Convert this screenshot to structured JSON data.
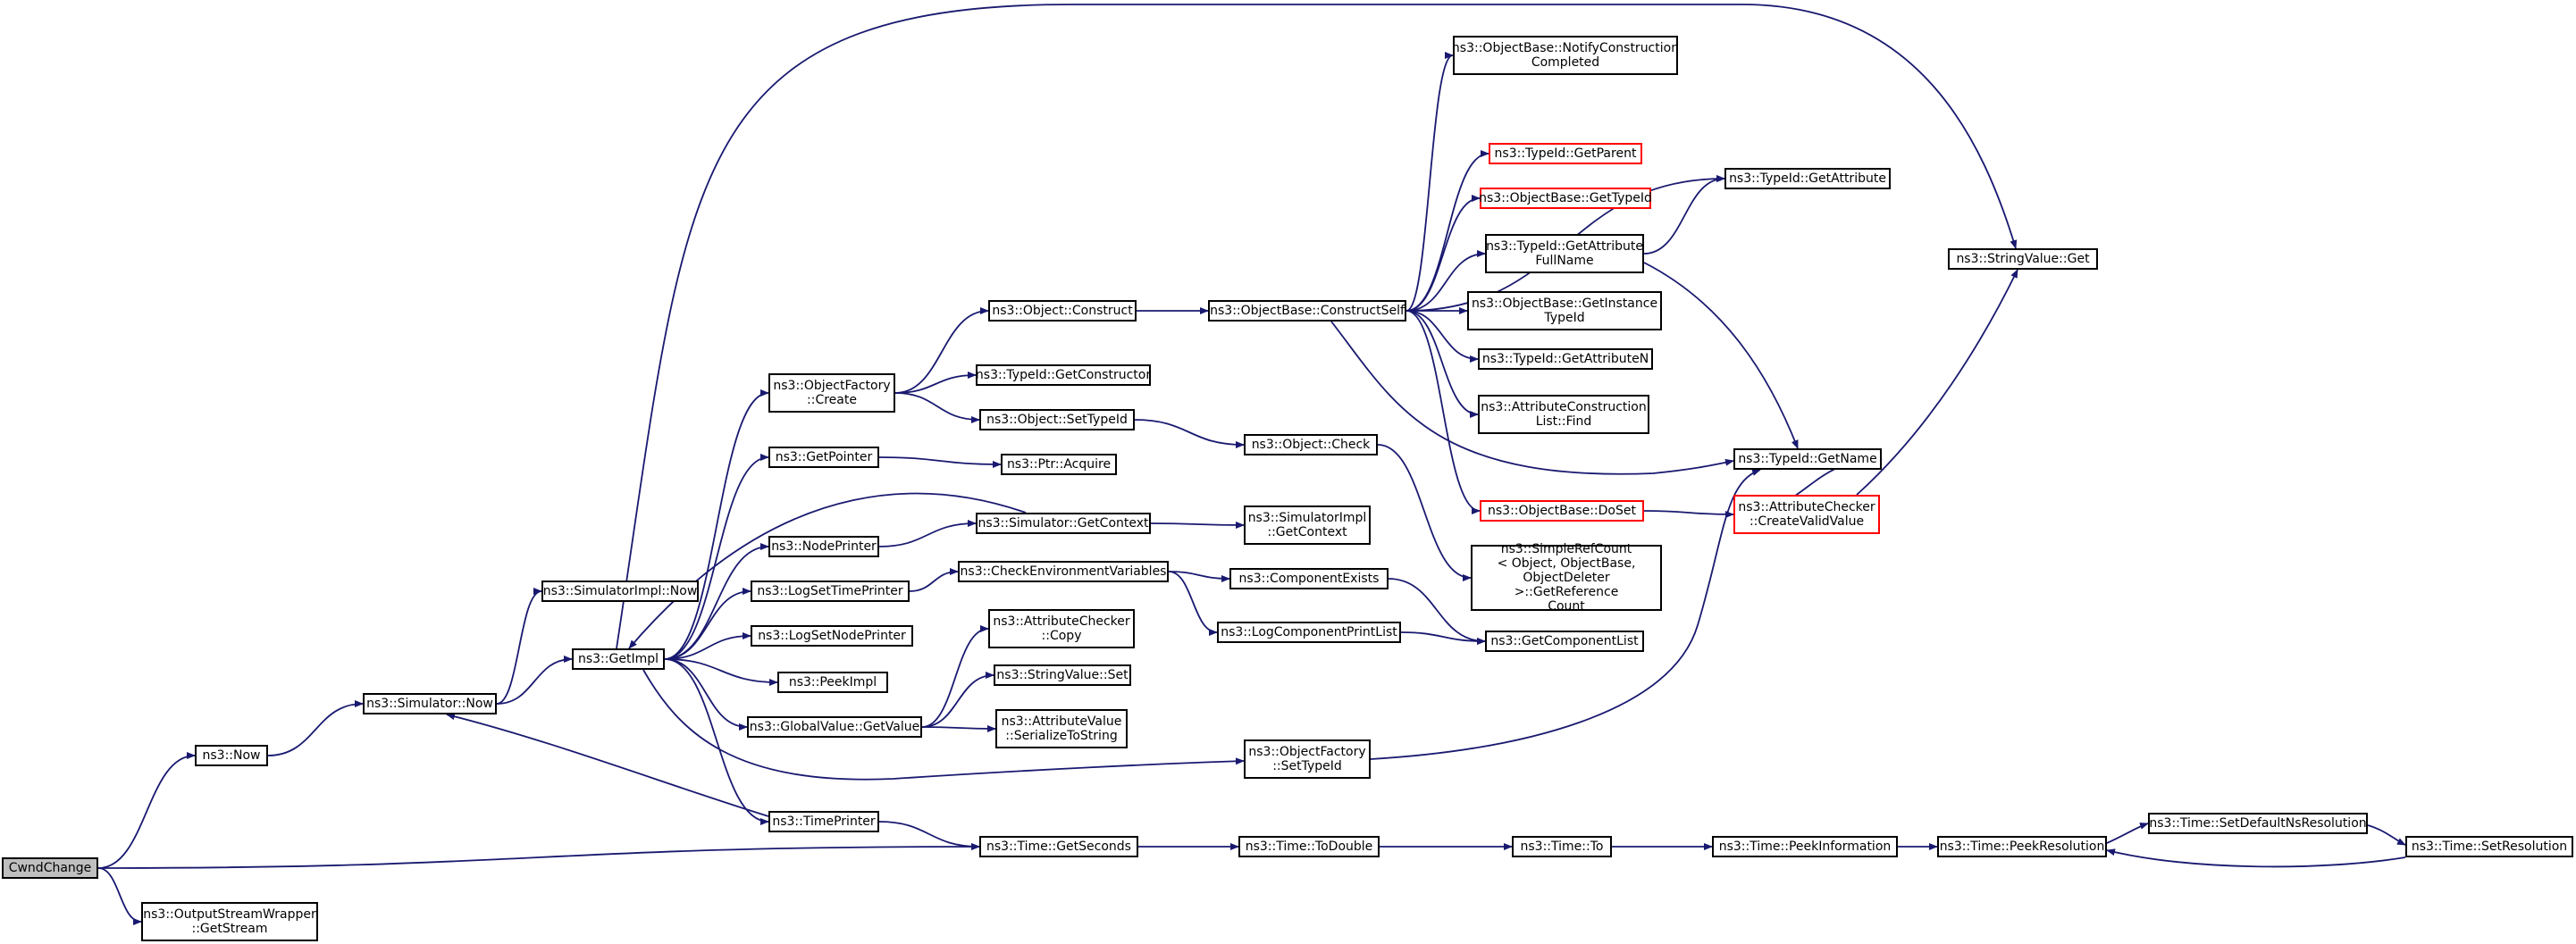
{
  "graph": {
    "edge_color": "#191970",
    "root_fill": "#bfbfbf",
    "incomplete_border_color": "#ff0000",
    "nodes": [
      {
        "id": "cwndchange",
        "label": "CwndChange",
        "root": true
      },
      {
        "id": "now",
        "label": "ns3::Now"
      },
      {
        "id": "getstream",
        "label": "ns3::OutputStreamWrapper\n::GetStream"
      },
      {
        "id": "simnow",
        "label": "ns3::Simulator::Now"
      },
      {
        "id": "simimplnow",
        "label": "ns3::SimulatorImpl::Now"
      },
      {
        "id": "getimpl",
        "label": "ns3::GetImpl"
      },
      {
        "id": "ofcreate",
        "label": "ns3::ObjectFactory\n::Create"
      },
      {
        "id": "getpointer",
        "label": "ns3::GetPointer"
      },
      {
        "id": "nodeprinter",
        "label": "ns3::NodePrinter"
      },
      {
        "id": "logsettimeprinter",
        "label": "ns3::LogSetTimePrinter"
      },
      {
        "id": "logsetnodeprinter",
        "label": "ns3::LogSetNodePrinter"
      },
      {
        "id": "peekimpl",
        "label": "ns3::PeekImpl"
      },
      {
        "id": "gvgetvalue",
        "label": "ns3::GlobalValue::GetValue"
      },
      {
        "id": "timeprinter",
        "label": "ns3::TimePrinter"
      },
      {
        "id": "objconstruct",
        "label": "ns3::Object::Construct"
      },
      {
        "id": "tidgetconstructor",
        "label": "ns3::TypeId::GetConstructor"
      },
      {
        "id": "objsettypeid",
        "label": "ns3::Object::SetTypeId"
      },
      {
        "id": "ptracquire",
        "label": "ns3::Ptr::Acquire"
      },
      {
        "id": "simgetcontext",
        "label": "ns3::Simulator::GetContext"
      },
      {
        "id": "checkenv",
        "label": "ns3::CheckEnvironmentVariables"
      },
      {
        "id": "accopy",
        "label": "ns3::AttributeChecker\n::Copy"
      },
      {
        "id": "svset",
        "label": "ns3::StringValue::Set"
      },
      {
        "id": "avserialize",
        "label": "ns3::AttributeValue\n::SerializeToString"
      },
      {
        "id": "timegetseconds",
        "label": "ns3::Time::GetSeconds"
      },
      {
        "id": "obconstructself",
        "label": "ns3::ObjectBase::ConstructSelf"
      },
      {
        "id": "objcheck",
        "label": "ns3::Object::Check"
      },
      {
        "id": "simimplgetcontext",
        "label": "ns3::SimulatorImpl\n::GetContext"
      },
      {
        "id": "compexists",
        "label": "ns3::ComponentExists"
      },
      {
        "id": "logcompprintlist",
        "label": "ns3::LogComponentPrintList"
      },
      {
        "id": "ofsettypeid",
        "label": "ns3::ObjectFactory\n::SetTypeId"
      },
      {
        "id": "timetodouble",
        "label": "ns3::Time::ToDouble"
      },
      {
        "id": "obnotify",
        "label": "ns3::ObjectBase::NotifyConstruction\nCompleted"
      },
      {
        "id": "tidgetparent",
        "label": "ns3::TypeId::GetParent",
        "incomplete": true
      },
      {
        "id": "obgettypeid",
        "label": "ns3::ObjectBase::GetTypeId",
        "incomplete": true
      },
      {
        "id": "tidgetattrfullname",
        "label": "ns3::TypeId::GetAttribute\nFullName"
      },
      {
        "id": "obgetinstance",
        "label": "ns3::ObjectBase::GetInstance\nTypeId"
      },
      {
        "id": "tidgetattrn",
        "label": "ns3::TypeId::GetAttributeN"
      },
      {
        "id": "acfind",
        "label": "ns3::AttributeConstruction\nList::Find"
      },
      {
        "id": "obdoset",
        "label": "ns3::ObjectBase::DoSet",
        "incomplete": true
      },
      {
        "id": "simplerefcount",
        "label": "ns3::SimpleRefCount\n< Object, ObjectBase,\nObjectDeleter >::GetReference\nCount"
      },
      {
        "id": "getcomplist",
        "label": "ns3::GetComponentList"
      },
      {
        "id": "timeto",
        "label": "ns3::Time::To"
      },
      {
        "id": "tidgetattribute",
        "label": "ns3::TypeId::GetAttribute"
      },
      {
        "id": "tidgetname",
        "label": "ns3::TypeId::GetName"
      },
      {
        "id": "accreatevalid",
        "label": "ns3::AttributeChecker\n::CreateValidValue",
        "incomplete": true
      },
      {
        "id": "timepeekinfo",
        "label": "ns3::Time::PeekInformation"
      },
      {
        "id": "svget",
        "label": "ns3::StringValue::Get"
      },
      {
        "id": "timepeekres",
        "label": "ns3::Time::PeekResolution"
      },
      {
        "id": "timesetdefault",
        "label": "ns3::Time::SetDefaultNsResolution"
      },
      {
        "id": "timesetres",
        "label": "ns3::Time::SetResolution"
      }
    ],
    "edges": [
      [
        "cwndchange",
        "now"
      ],
      [
        "cwndchange",
        "getstream"
      ],
      [
        "cwndchange",
        "timegetseconds"
      ],
      [
        "now",
        "simnow"
      ],
      [
        "simnow",
        "simimplnow"
      ],
      [
        "simnow",
        "getimpl"
      ],
      [
        "getimpl",
        "ofcreate"
      ],
      [
        "getimpl",
        "getpointer"
      ],
      [
        "getimpl",
        "nodeprinter"
      ],
      [
        "getimpl",
        "logsettimeprinter"
      ],
      [
        "getimpl",
        "logsetnodeprinter"
      ],
      [
        "getimpl",
        "peekimpl"
      ],
      [
        "getimpl",
        "gvgetvalue"
      ],
      [
        "getimpl",
        "timeprinter"
      ],
      [
        "getimpl",
        "ofsettypeid"
      ],
      [
        "getimpl",
        "svget"
      ],
      [
        "ofcreate",
        "objconstruct"
      ],
      [
        "ofcreate",
        "tidgetconstructor"
      ],
      [
        "ofcreate",
        "objsettypeid"
      ],
      [
        "getpointer",
        "ptracquire"
      ],
      [
        "nodeprinter",
        "simgetcontext"
      ],
      [
        "simgetcontext",
        "simimplgetcontext"
      ],
      [
        "simgetcontext",
        "getimpl"
      ],
      [
        "logsettimeprinter",
        "checkenv"
      ],
      [
        "checkenv",
        "compexists"
      ],
      [
        "checkenv",
        "logcompprintlist"
      ],
      [
        "compexists",
        "getcomplist"
      ],
      [
        "logcompprintlist",
        "getcomplist"
      ],
      [
        "gvgetvalue",
        "accopy"
      ],
      [
        "gvgetvalue",
        "svset"
      ],
      [
        "gvgetvalue",
        "avserialize"
      ],
      [
        "timeprinter",
        "timegetseconds"
      ],
      [
        "timeprinter",
        "simnow"
      ],
      [
        "objconstruct",
        "obconstructself"
      ],
      [
        "objsettypeid",
        "objcheck"
      ],
      [
        "objcheck",
        "simplerefcount"
      ],
      [
        "obconstructself",
        "obnotify"
      ],
      [
        "obconstructself",
        "tidgetattribute"
      ],
      [
        "obconstructself",
        "tidgetparent"
      ],
      [
        "obconstructself",
        "obgettypeid"
      ],
      [
        "obconstructself",
        "tidgetattrfullname"
      ],
      [
        "obconstructself",
        "obgetinstance"
      ],
      [
        "obconstructself",
        "tidgetattrn"
      ],
      [
        "obconstructself",
        "acfind"
      ],
      [
        "obconstructself",
        "obdoset"
      ],
      [
        "obconstructself",
        "tidgetname"
      ],
      [
        "tidgetattrfullname",
        "tidgetattribute"
      ],
      [
        "tidgetattrfullname",
        "tidgetname"
      ],
      [
        "obdoset",
        "accreatevalid"
      ],
      [
        "accreatevalid",
        "tidgetname"
      ],
      [
        "accreatevalid",
        "svget"
      ],
      [
        "ofsettypeid",
        "tidgetname"
      ],
      [
        "timegetseconds",
        "timetodouble"
      ],
      [
        "timetodouble",
        "timeto"
      ],
      [
        "timeto",
        "timepeekinfo"
      ],
      [
        "timepeekinfo",
        "timepeekres"
      ],
      [
        "timepeekres",
        "timesetdefault"
      ],
      [
        "timesetdefault",
        "timesetres"
      ],
      [
        "timesetres",
        "timepeekres"
      ]
    ]
  }
}
